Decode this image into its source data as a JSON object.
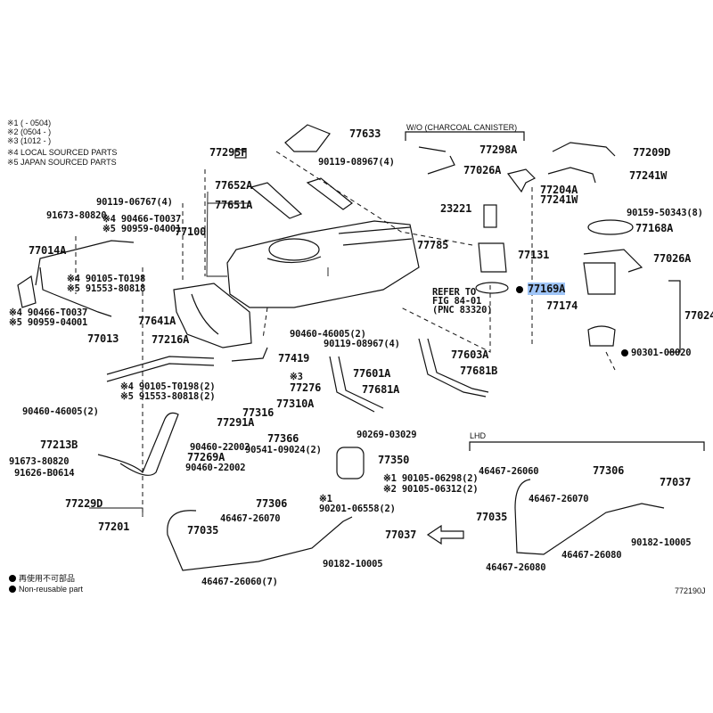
{
  "legend": {
    "notes": [
      "※1 (      - 0504)",
      "※2 (0504 -      )",
      "※3 (1012 -      )",
      "※4 LOCAL SOURCED PARTS",
      "※5 JAPAN SOURCED PARTS"
    ],
    "non_reusable_jp": "再使用不可部品",
    "non_reusable_en": "Non-reusable part"
  },
  "figure_id": "772190J",
  "sections": {
    "charcoal": "W/O (CHARCOAL CANISTER)",
    "lhd": "LHD",
    "refer": [
      "REFER TO",
      "FIG 84-01",
      "(PNC 83320)"
    ]
  },
  "labels": {
    "p77633": "77633",
    "p77295F": "77295F",
    "p90119_08967_top": "90119-08967(4)",
    "p77652A": "77652A",
    "p77651A": "77651A",
    "p77100": "77100",
    "p90119_06767": "90119-06767(4)",
    "p91673_80820_top": "91673-80820",
    "p90466_T0037_a": "※4 90466-T0037",
    "p90959_04001_a": "※5 90959-04001",
    "p77014A": "77014A",
    "p90105_T0198_a": "※4 90105-T0198",
    "p91553_80818_a": "※5 91553-80818",
    "p90466_T0037_b": "※4 90466-T0037",
    "p90959_04001_b": "※5 90959-04001",
    "p77013": "77013",
    "p77641A": "77641A",
    "p77216A": "77216A",
    "p90460_46005_a": "90460-46005(2)",
    "p90119_08967_mid": "90119-08967(4)",
    "p77419": "77419",
    "p77276_note": "※3",
    "p77276": "77276",
    "p90105_T0198_b": "※4 90105-T0198(2)",
    "p91553_80818_b": "※5 91553-80818(2)",
    "p77316": "77316",
    "p77310A": "77310A",
    "p90460_46005_b": "90460-46005(2)",
    "p77291A": "77291A",
    "p77213B": "77213B",
    "p90460_22002_a": "90460-22002",
    "p77269A": "77269A",
    "p90460_22002_b": "90460-22002",
    "p91673_80820_bot": "91673-80820",
    "p91626_B0614": "91626-B0614",
    "p77229D": "77229D",
    "p77201": "77201",
    "p77601A": "77601A",
    "p77681A": "77681A",
    "p77603A": "77603A",
    "p77681B": "77681B",
    "p77366": "77366",
    "p90269_03029": "90269-03029",
    "p90541_09024": "90541-09024(2)",
    "p77350": "77350",
    "p90105_06298": "※1 90105-06298(2)",
    "p90105_06312": "※2 90105-06312(2)",
    "p90201_note": "※1",
    "p90201_06558": "90201-06558(2)",
    "p77306_a": "77306",
    "p46467_26070_a": "46467-26070",
    "p77035_a": "77035",
    "p77037_a": "77037",
    "p90182_10005_a": "90182-10005",
    "p46467_26060_7": "46467-26060(7)",
    "p77298A": "77298A",
    "p77026A_a": "77026A",
    "p23221": "23221",
    "p77785": "77785",
    "p77131": "77131",
    "p77169A": "77169A",
    "p77174": "77174",
    "p77209D": "77209D",
    "p77241W_a": "77241W",
    "p77204A": "77204A",
    "p77241W_b": "77241W",
    "p90159_50343": "90159-50343(8)",
    "p77168A": "77168A",
    "p77026A_b": "77026A",
    "p77024": "77024",
    "p90301_08020": "90301-08020",
    "p46467_26060_lhd": "46467-26060",
    "p77306_b": "77306",
    "p46467_26070_b": "46467-26070",
    "p77037_b": "77037",
    "p77035_b": "77035",
    "p90182_10005_b": "90182-10005",
    "p46467_26080_a": "46467-26080",
    "p46467_26080_b": "46467-26080"
  }
}
